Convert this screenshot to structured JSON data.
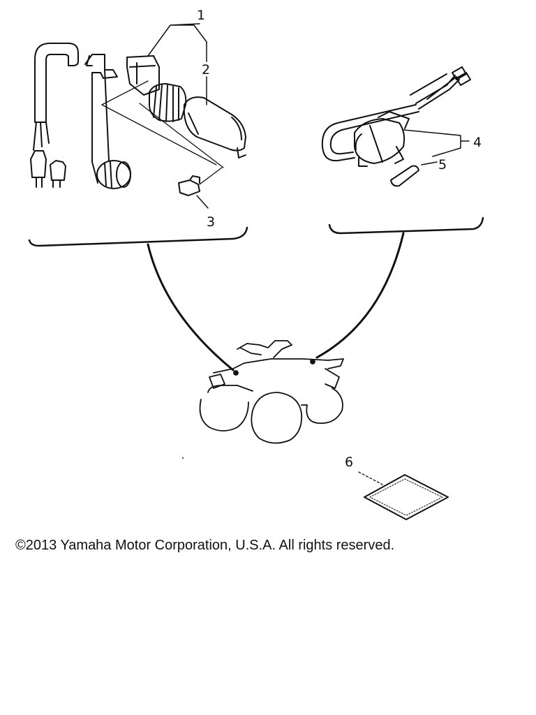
{
  "callouts": {
    "c1": "1",
    "c2": "2",
    "c3": "3",
    "c4": "4",
    "c5": "5",
    "c6": "6"
  },
  "footer": {
    "copyright": "©2013 Yamaha Motor Corporation, U.S.A. All rights reserved."
  },
  "colors": {
    "ink": "#111111",
    "background": "#ffffff"
  }
}
